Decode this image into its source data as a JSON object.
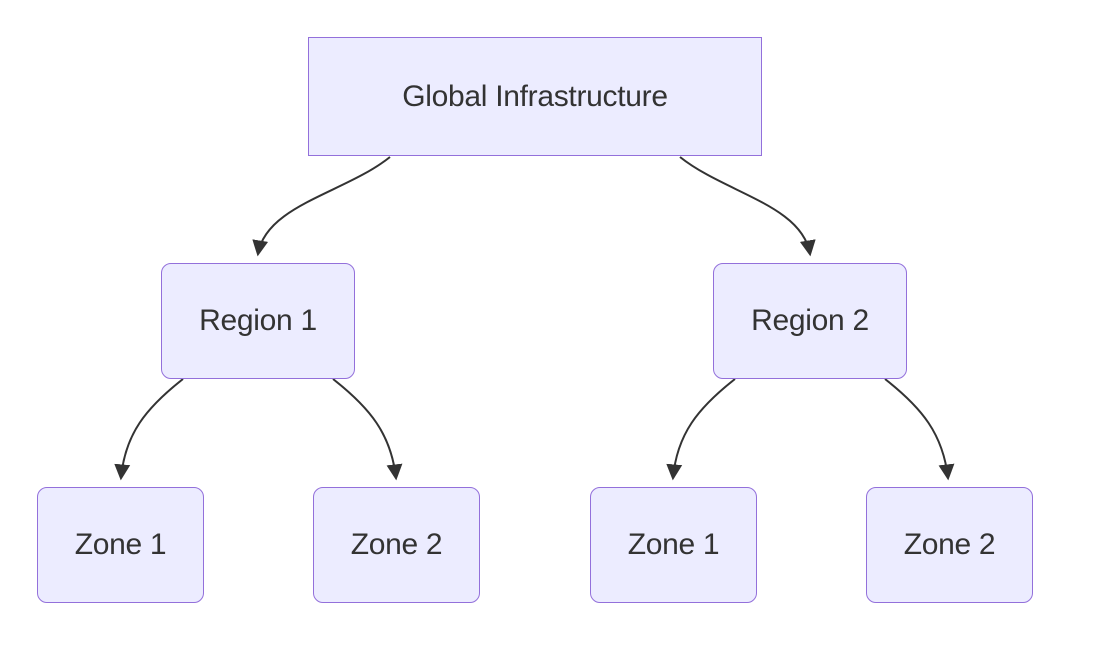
{
  "diagram": {
    "type": "flowchart",
    "direction": "top-down",
    "nodes": {
      "root": {
        "label": "Global Infrastructure",
        "shape": "rectangle"
      },
      "region1": {
        "label": "Region 1",
        "shape": "rounded-rectangle"
      },
      "region2": {
        "label": "Region 2",
        "shape": "rounded-rectangle"
      },
      "r1z1": {
        "label": "Zone 1",
        "shape": "rounded-rectangle"
      },
      "r1z2": {
        "label": "Zone 2",
        "shape": "rounded-rectangle"
      },
      "r2z1": {
        "label": "Zone 1",
        "shape": "rounded-rectangle"
      },
      "r2z2": {
        "label": "Zone 2",
        "shape": "rounded-rectangle"
      }
    },
    "edges": [
      {
        "from": "Global Infrastructure",
        "to": "Region 1",
        "style": "curved-arrow"
      },
      {
        "from": "Global Infrastructure",
        "to": "Region 2",
        "style": "curved-arrow"
      },
      {
        "from": "Region 1",
        "to": "Zone 1",
        "style": "curved-arrow"
      },
      {
        "from": "Region 1",
        "to": "Zone 2",
        "style": "curved-arrow"
      },
      {
        "from": "Region 2",
        "to": "Zone 1",
        "style": "curved-arrow"
      },
      {
        "from": "Region 2",
        "to": "Zone 2",
        "style": "curved-arrow"
      }
    ],
    "colors": {
      "node_fill": "#ECECFF",
      "node_border": "#9370DB",
      "edge": "#333333",
      "text": "#333333",
      "background": "#FFFFFF"
    }
  }
}
